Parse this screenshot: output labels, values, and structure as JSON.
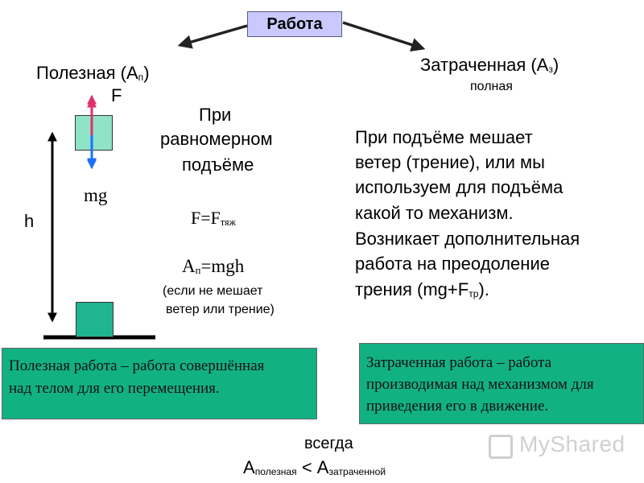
{
  "title": "Работа",
  "useful": {
    "label": "Полезная (А",
    "sub": "п",
    "close": ")",
    "force_label": "F",
    "weight_label": "mg",
    "height_label": "h"
  },
  "spent": {
    "label": "Затраченная (А",
    "sub": "з",
    "close": ")",
    "note": "полная"
  },
  "uniform": {
    "line1": "При",
    "line2": "равномерном",
    "line3": "подъёме",
    "formula_main": "F=F",
    "formula_sub": "тяж",
    "work_main": "А",
    "work_sub": "п",
    "work_rest": "=mgh",
    "cond1": "(если не мешает",
    "cond2": "ветер или трение)"
  },
  "extra": {
    "l1": "При подъёме мешает",
    "l2": "ветер (трение), или мы",
    "l3": "используем для подъёма",
    "l4": "какой то механизм.",
    "l5": "Возникает дополнительная",
    "l6": "работа на преодоление",
    "l7_main": "трения (mg+F",
    "l7_sub": "тр",
    "l7_close": ")."
  },
  "definitions": {
    "useful_line1": "Полезная работа – работа совершённая",
    "useful_line2": "над телом для его перемещения.",
    "spent_line1": "Затраченная работа – работа",
    "spent_line2": "производимая над механизмом для",
    "spent_line3": "приведения его в движение."
  },
  "conclusion": {
    "always": "всегда",
    "a1": "А",
    "a1_sub": "полезная",
    "lt": " < ",
    "a2": "А",
    "a2_sub": "затраченной"
  },
  "watermark": "MyShared",
  "colors": {
    "title_bg": "#c9c9ff",
    "block": "#1fb58f",
    "force_up": "#e0306a",
    "force_down": "#1f6fff",
    "def_bg": "#12b184"
  }
}
